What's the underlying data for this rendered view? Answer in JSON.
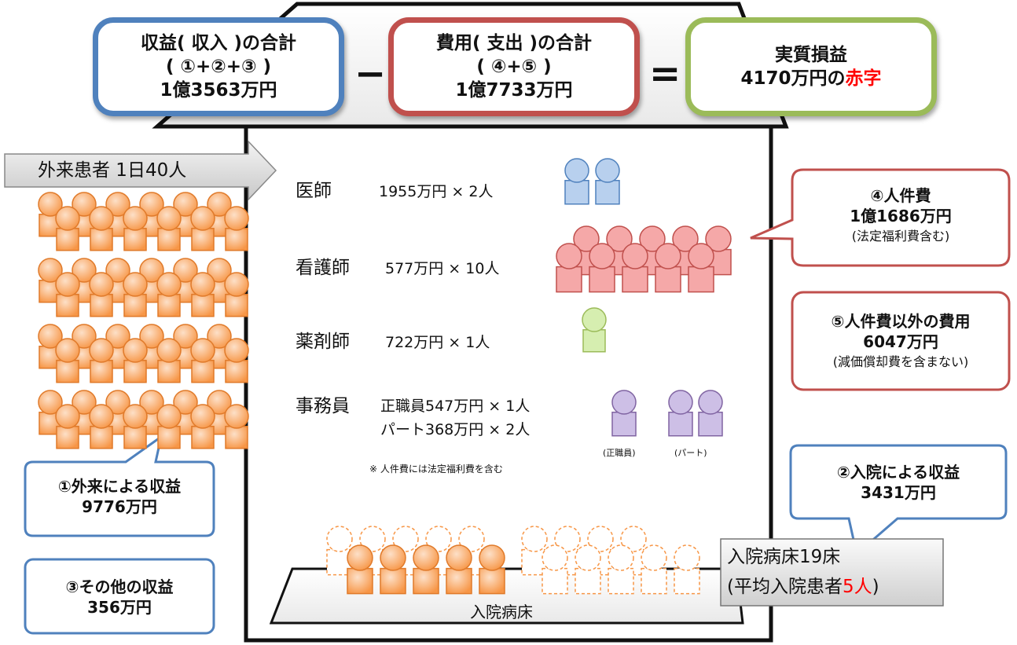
{
  "top": {
    "revenue": {
      "line1": "収益( 収入 )の合計",
      "line2": "( ①+②+③ )",
      "line3": "1億3563万円"
    },
    "minus": "−",
    "cost": {
      "line1": "費用( 支出 )の合計",
      "line2": "( ④+⑤ )",
      "line3": "1億7733万円"
    },
    "equals": "=",
    "result": {
      "line1": "実質損益",
      "line2_prefix": "4170万円の",
      "line2_red": "赤字"
    }
  },
  "outpatient_arrow": "外来患者 1日40人",
  "staff": {
    "doctor": {
      "role": "医師",
      "value": "1955万円 × 2人"
    },
    "nurse": {
      "role": "看護師",
      "value": "577万円 × 10人"
    },
    "pharmacist": {
      "role": "薬剤師",
      "value": "722万円 × 1人"
    },
    "clerk": {
      "role": "事務員",
      "full_time": "正職員547万円 × 1人",
      "part_time": "パート368万円 × 2人"
    },
    "label_fulltime": "(正職員)",
    "label_parttime": "(パート)",
    "note": "※ 人件費には法定福利費を含む"
  },
  "callouts": {
    "outpatient": {
      "title": "①外来による収益",
      "amount": "9776万円"
    },
    "other": {
      "title": "③その他の収益",
      "amount": "356万円"
    },
    "personnel": {
      "title": "④人件費",
      "amount": "1億1686万円",
      "note": "(法定福利費含む)"
    },
    "nonpersonnel": {
      "title": "⑤人件費以外の費用",
      "amount": "6047万円",
      "note": "(減価償却費を含まない)"
    },
    "inpatient": {
      "title": "②入院による収益",
      "amount": "3431万円"
    }
  },
  "beds": {
    "label": "入院病床",
    "info_line1": "入院病床19床",
    "info_line2_prefix": "(平均入院患者",
    "info_line2_red": "5人",
    "info_line2_suffix": ")"
  },
  "colors": {
    "blue": "#4f81bd",
    "red": "#c0504d",
    "green": "#9bbb59",
    "orange": "#f79646",
    "purple": "#8064a2"
  }
}
